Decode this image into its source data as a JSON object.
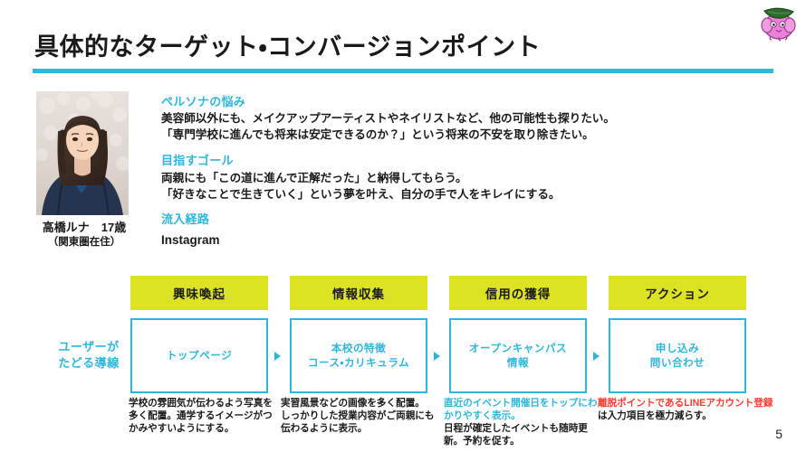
{
  "slide": {
    "title": "具体的なターゲット・コンバージョンポイント",
    "page_number": "5",
    "accent_color": "#2cb8d8",
    "stage_color": "#dde222",
    "alert_color": "#ff3b30",
    "logo_name": "pink-elephant-mascot-logo"
  },
  "persona": {
    "photo_alt": "高校生女性のポートレート写真",
    "name": "高橋ルナ　17歳",
    "location": "（関東圏在住）",
    "sections": [
      {
        "heading": "ペルソナの悩み",
        "lines": [
          "美容師以外にも、メイクアップアーティストやネイリストなど、他の可能性も探りたい。",
          "「専門学校に進んでも将来は安定できるのか？」という将来の不安を取り除きたい。"
        ]
      },
      {
        "heading": "目指すゴール",
        "lines": [
          "両親にも「この道に進んで正解だった」と納得してもらう。",
          "「好きなことで生きていく」という夢を叶え、自分の手で人をキレイにする。"
        ]
      },
      {
        "heading": "流入経路",
        "lines": [
          "Instagram"
        ]
      }
    ]
  },
  "funnel": {
    "row_label": "ユーザーが\nたどる導線",
    "row_label_line1": "ユーザーが",
    "row_label_line2": "たどる導線",
    "stages": [
      {
        "stage": "興味喚起",
        "page_line1": "トップページ",
        "page_line2": "",
        "note_segments": [
          {
            "text": "学校の雰囲気が伝わるよう写真を多く配置。通学するイメージがつかみやすいようにする。",
            "color": "black"
          }
        ]
      },
      {
        "stage": "情報収集",
        "page_line1": "本校の特徴",
        "page_line2": "コース・カリキュラム",
        "note_segments": [
          {
            "text": "実習風景などの画像を多く配置。",
            "color": "black"
          },
          {
            "text": "しっかりした授業内容がご両親にも伝わるように表示。",
            "color": "black"
          }
        ]
      },
      {
        "stage": "信用の獲得",
        "page_line1": "オープンキャンパス",
        "page_line2": "情報",
        "note_segments": [
          {
            "text": "直近のイベント開催日をトップにわかりやすく表示。",
            "color": "cyan"
          },
          {
            "text": "日程が確定したイベントも随時更新。予約を促す。",
            "color": "black"
          }
        ]
      },
      {
        "stage": "アクション",
        "page_line1": "申し込み",
        "page_line2": "問い合わせ",
        "note_segments": [
          {
            "text": "離脱ポイントであるLINEアカウント登録",
            "color": "red"
          },
          {
            "text": "は入力項目を極力減らす。",
            "color": "black"
          }
        ]
      }
    ]
  }
}
